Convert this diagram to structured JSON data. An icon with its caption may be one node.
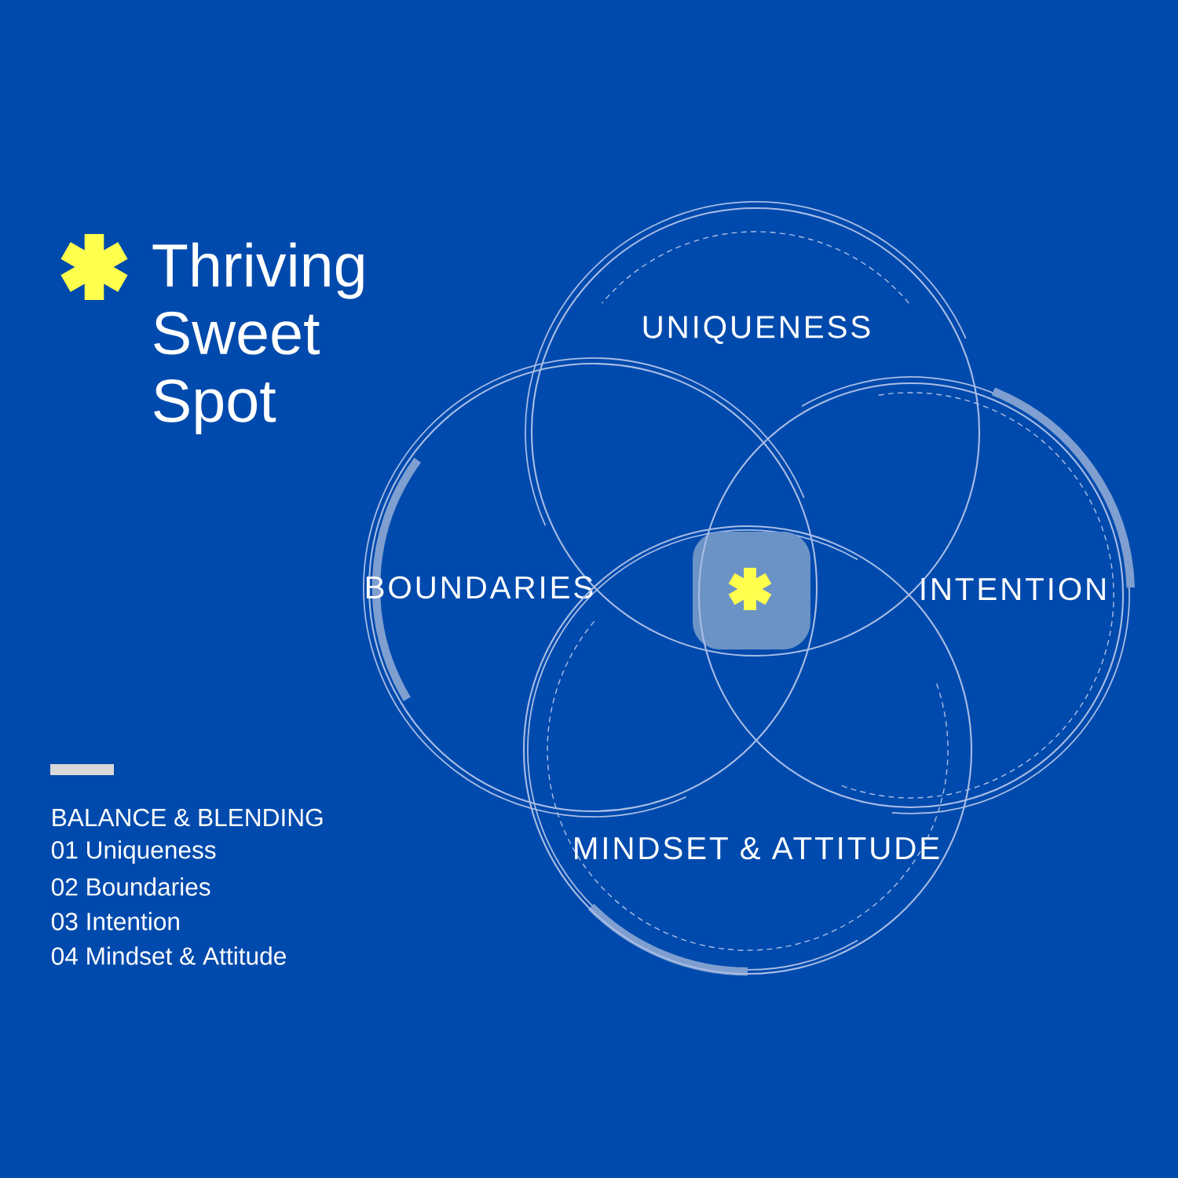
{
  "diagram": {
    "title": "Thriving Sweet Spot",
    "nodes": [
      {
        "text": [
          "UNIQUENESS"
        ]
      },
      {
        "text": [
          "BOUNDARIES"
        ]
      },
      {
        "text": [
          "INTENTION"
        ]
      },
      {
        "text": [
          "MINDSET & ATTITUDE"
        ]
      }
    ],
    "labels": [
      "BALANCE & BLENDING",
      "01 Uniqueness",
      "02 Boundaries",
      "03 Intention",
      "04 Mindset & Attitude"
    ]
  }
}
